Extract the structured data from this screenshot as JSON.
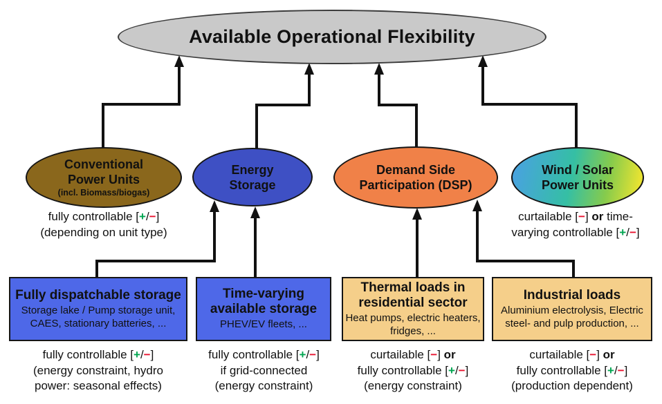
{
  "diagram": {
    "root_label": "Available Operational Flexibility",
    "colors": {
      "root_fill": "#C9C9C9",
      "conventional_fill": "#8A671C",
      "energy_storage_fill": "#3E50C4",
      "dsp_fill": "#F08148",
      "storage_box_fill": "#4E68E8",
      "load_box_fill": "#F5CF8A",
      "wind_solar_gradient": [
        "#4AA0E4",
        "#35BFA4",
        "#86CB4C",
        "#E9E332"
      ],
      "plus_sign": "#00A550",
      "minus_sign": "#E8112D",
      "line_color": "#111111"
    },
    "ellipses": {
      "conventional": {
        "line1": "Conventional",
        "line2": "Power Units",
        "subtitle": "(incl. Biomass/biogas)"
      },
      "energy_storage": {
        "line1": "Energy",
        "line2": "Storage"
      },
      "dsp": {
        "line1": "Demand Side",
        "line2": "Participation (DSP)"
      },
      "wind_solar": {
        "line1": "Wind / Solar",
        "line2": "Power Units"
      }
    },
    "boxes": {
      "fully_dispatchable": {
        "title": "Fully dispatchable storage",
        "subtitle": "Storage lake / Pump storage unit, CAES, stationary batteries, ..."
      },
      "time_varying": {
        "title": "Time-varying available storage",
        "subtitle": "PHEV/EV fleets, ..."
      },
      "thermal_loads": {
        "title": "Thermal loads in residential sector",
        "subtitle": "Heat pumps, electric heaters, fridges, ..."
      },
      "industrial_loads": {
        "title": "Industrial loads",
        "subtitle": "Aluminium electrolysis, Electric steel- and pulp production, ..."
      }
    },
    "annotations": {
      "conventional": [
        [
          {
            "t": "fully controllable ["
          },
          {
            "t": "+",
            "c": "plus"
          },
          {
            "t": "/"
          },
          {
            "t": "−",
            "c": "minus"
          },
          {
            "t": "]"
          }
        ],
        [
          {
            "t": "(depending on unit type)"
          }
        ]
      ],
      "wind_solar": [
        [
          {
            "t": "curtailable ["
          },
          {
            "t": "−",
            "c": "minus"
          },
          {
            "t": "] "
          },
          {
            "t": "or",
            "c": "bold"
          },
          {
            "t": " time-"
          }
        ],
        [
          {
            "t": "varying controllable ["
          },
          {
            "t": "+",
            "c": "plus"
          },
          {
            "t": "/"
          },
          {
            "t": "−",
            "c": "minus"
          },
          {
            "t": "]"
          }
        ]
      ],
      "fully_dispatchable": [
        [
          {
            "t": "fully controllable ["
          },
          {
            "t": "+",
            "c": "plus"
          },
          {
            "t": "/"
          },
          {
            "t": "−",
            "c": "minus"
          },
          {
            "t": "]"
          }
        ],
        [
          {
            "t": "(energy constraint, hydro"
          }
        ],
        [
          {
            "t": "power: seasonal effects)"
          }
        ]
      ],
      "time_varying": [
        [
          {
            "t": "fully controllable ["
          },
          {
            "t": "+",
            "c": "plus"
          },
          {
            "t": "/"
          },
          {
            "t": "−",
            "c": "minus"
          },
          {
            "t": "]"
          }
        ],
        [
          {
            "t": "if grid-connected"
          }
        ],
        [
          {
            "t": "(energy constraint)"
          }
        ]
      ],
      "thermal_loads": [
        [
          {
            "t": "curtailable ["
          },
          {
            "t": "−",
            "c": "minus"
          },
          {
            "t": "] "
          },
          {
            "t": "or",
            "c": "bold"
          }
        ],
        [
          {
            "t": "fully controllable ["
          },
          {
            "t": "+",
            "c": "plus"
          },
          {
            "t": "/"
          },
          {
            "t": "−",
            "c": "minus"
          },
          {
            "t": "]"
          }
        ],
        [
          {
            "t": "(energy constraint)"
          }
        ]
      ],
      "industrial_loads": [
        [
          {
            "t": "curtailable ["
          },
          {
            "t": "−",
            "c": "minus"
          },
          {
            "t": "] "
          },
          {
            "t": "or",
            "c": "bold"
          }
        ],
        [
          {
            "t": "fully controllable ["
          },
          {
            "t": "+",
            "c": "plus"
          },
          {
            "t": "/"
          },
          {
            "t": "−",
            "c": "minus"
          },
          {
            "t": "]"
          }
        ],
        [
          {
            "t": "(production dependent)"
          }
        ]
      ]
    }
  }
}
